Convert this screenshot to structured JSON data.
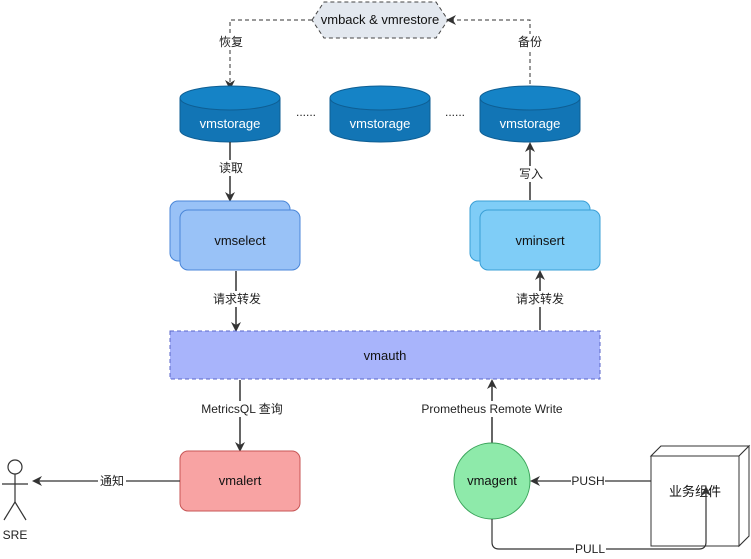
{
  "nodes": {
    "vmbackup": "vmback & vmrestore",
    "storage_left": "vmstorage",
    "storage_mid": "vmstorage",
    "storage_right": "vmstorage",
    "dots_left": "......",
    "dots_right": "......",
    "vmselect": "vmselect",
    "vminsert": "vminsert",
    "vmauth": "vmauth",
    "vmalert": "vmalert",
    "vmagent": "vmagent",
    "service": "业务组件",
    "sre": "SRE"
  },
  "edges": {
    "restore": "恢复",
    "backup": "备份",
    "read": "读取",
    "write": "写入",
    "forward_left": "请求转发",
    "forward_right": "请求转发",
    "metricsql": "MetricsQL 查询",
    "remote_write": "Prometheus Remote Write",
    "notify": "通知",
    "push": "PUSH",
    "pull": "PULL"
  },
  "colors": {
    "storage": "#1275b5",
    "vmselect": "#99c2f7",
    "vminsert": "#7fcdf7",
    "vmauth": "#a8b4fb",
    "vmalert": "#f8a3a3",
    "vmagent": "#8eeaaa",
    "hexagon": "#e3e8ef"
  }
}
